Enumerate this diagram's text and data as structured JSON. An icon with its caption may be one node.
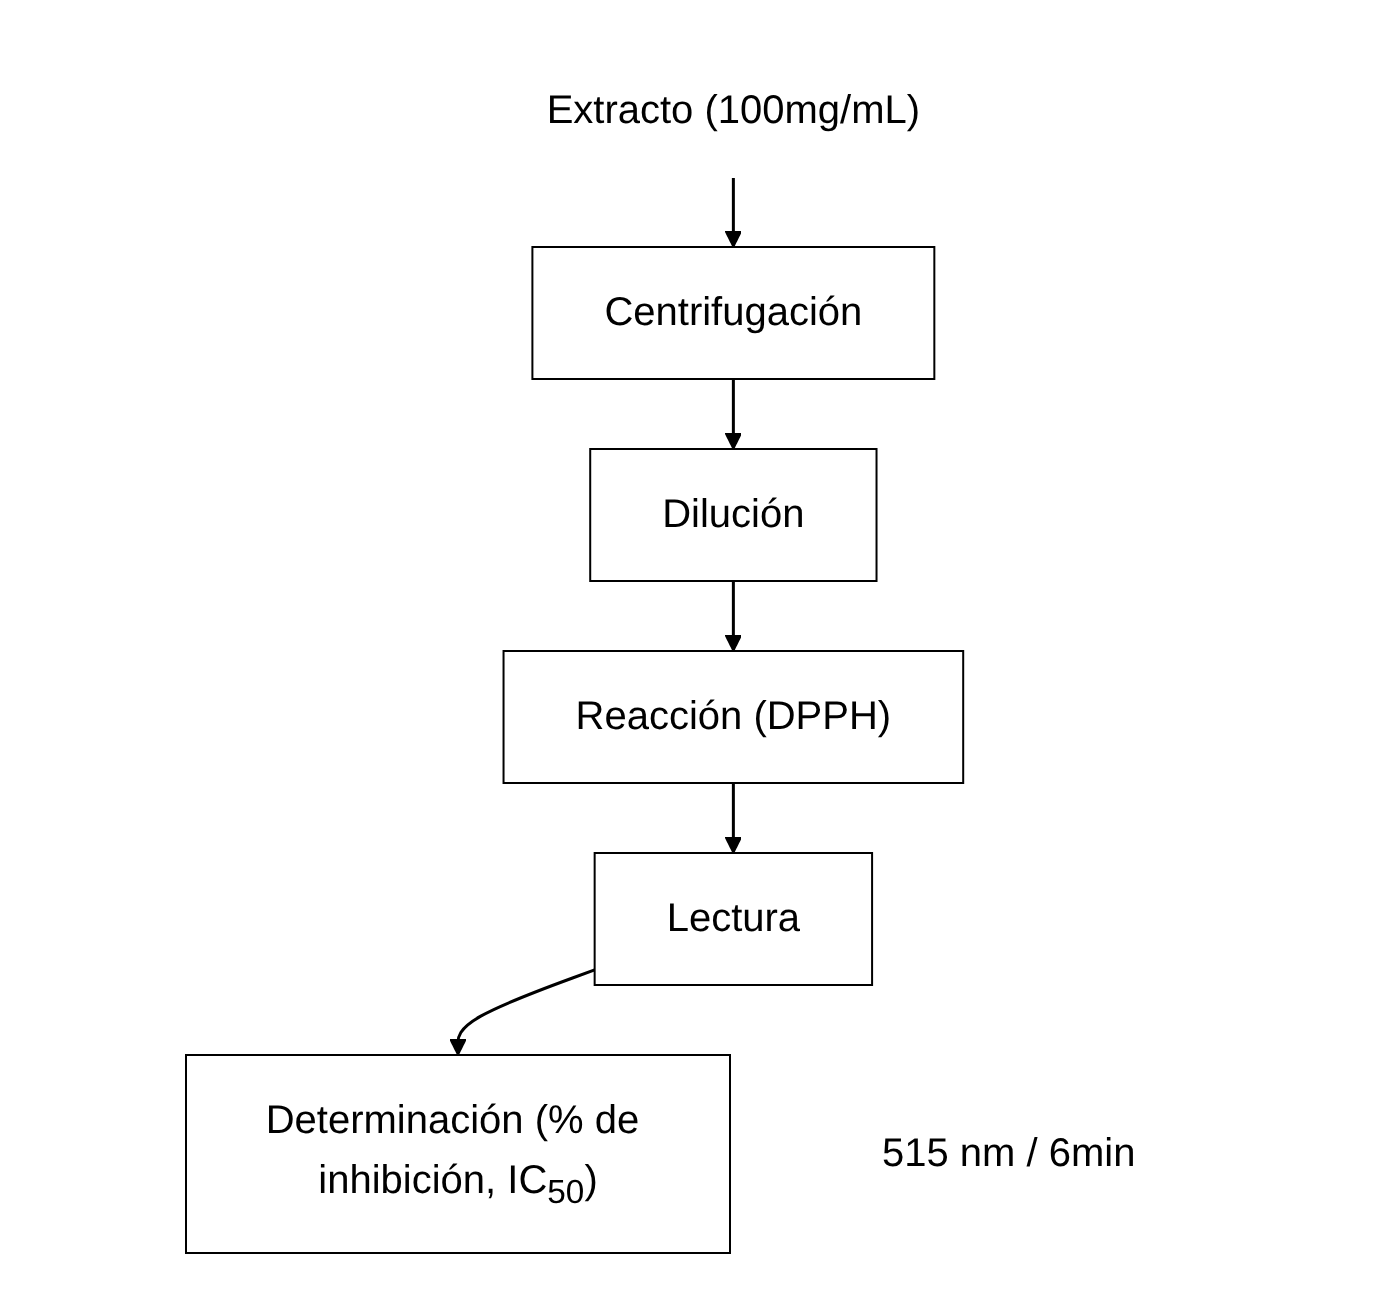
{
  "diagram": {
    "nodes": [
      {
        "text": [
          "Extracto (100mg/mL)"
        ]
      },
      {
        "text": [
          "Centrifugación"
        ]
      },
      {
        "text": [
          "Dilución"
        ]
      },
      {
        "text": [
          "Reacción (DPPH)"
        ]
      },
      {
        "text": [
          "Lectura"
        ],
        "beside": [
          "515 nm / 6min"
        ]
      },
      {
        "text": [
          "Determinación (% de inhibición, IC$_{50}$)"
        ]
      }
    ],
    "edges": [
      {
        "from": 0,
        "to": 1,
        "arrow": "to"
      },
      {
        "from": 1,
        "to": 2,
        "arrow": "to"
      },
      {
        "from": 2,
        "to": 3,
        "arrow": "to"
      },
      {
        "from": 3,
        "to": 4,
        "arrow": "to"
      },
      {
        "from": 4,
        "to": 5,
        "arrow": "to"
      }
    ]
  }
}
